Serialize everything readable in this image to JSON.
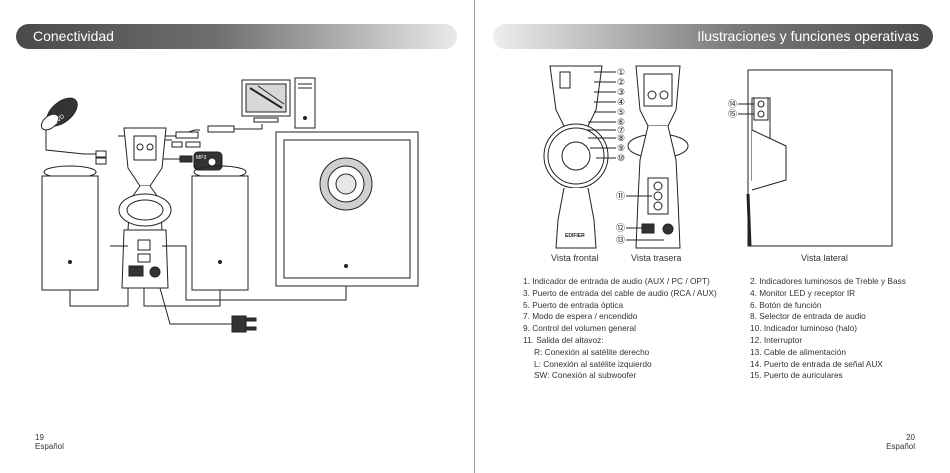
{
  "left": {
    "title": "Conectividad",
    "page_number": "19",
    "language": "Español",
    "labels": {
      "dvd": "DVD",
      "mp3": "MP3"
    },
    "icons": [
      "dvd-disc-icon",
      "computer-icon",
      "mp3-player-icon",
      "power-plug-icon"
    ]
  },
  "right": {
    "title": "Ilustraciones y funciones operativas",
    "page_number": "20",
    "language": "Español",
    "captions": {
      "front": "Vista frontal",
      "rear": "Vista trasera",
      "side": "Vista lateral"
    },
    "callouts_front": [
      "①",
      "②",
      "③",
      "④",
      "⑤",
      "⑥",
      "⑦",
      "⑧",
      "⑨",
      "⑩",
      "⑪",
      "⑫",
      "⑬"
    ],
    "callouts_side": [
      "⑭",
      "⑮"
    ],
    "brand": "EDIFIER",
    "features_left": [
      "1. Indicador de entrada de audio (AUX / PC / OPT)",
      "3. Puerto de entrada del cable de audio (RCA / AUX)",
      "5. Puerto de entrada óptica",
      "7. Modo de espera / encendido",
      "9. Control del volumen general",
      "11. Salida del altavoz:"
    ],
    "features_sub": [
      "R: Conexión al satélite derecho",
      "L: Conexión al satélite izquierdo",
      "SW: Conexión al subwoofer"
    ],
    "features_right": [
      "2. Indicadores luminosos de Treble y Bass",
      "4. Monitor LED y receptor IR",
      "6. Botón de función",
      "8. Selector de entrada de audio",
      "10. Indicador luminoso (halo)",
      "12. Interruptor",
      "13. Cable de alimentación",
      "14. Puerto de entrada de señal AUX",
      "15. Puerto de auriculares"
    ]
  }
}
